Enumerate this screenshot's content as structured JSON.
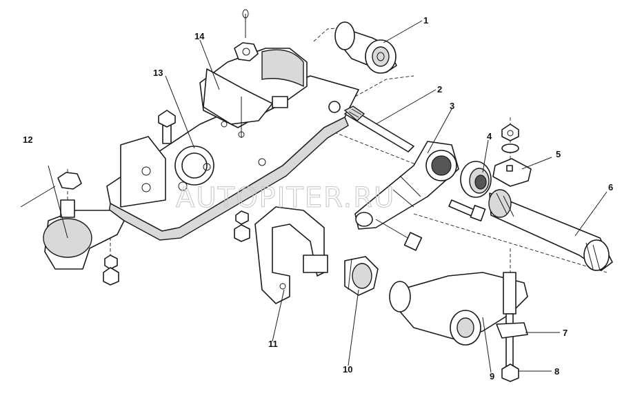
{
  "diagram": {
    "watermark": "AUTOPITER.RU",
    "callouts": [
      "1",
      "2",
      "3",
      "4",
      "5",
      "6",
      "7",
      "8",
      "9",
      "10",
      "11",
      "12",
      "13",
      "14"
    ]
  }
}
